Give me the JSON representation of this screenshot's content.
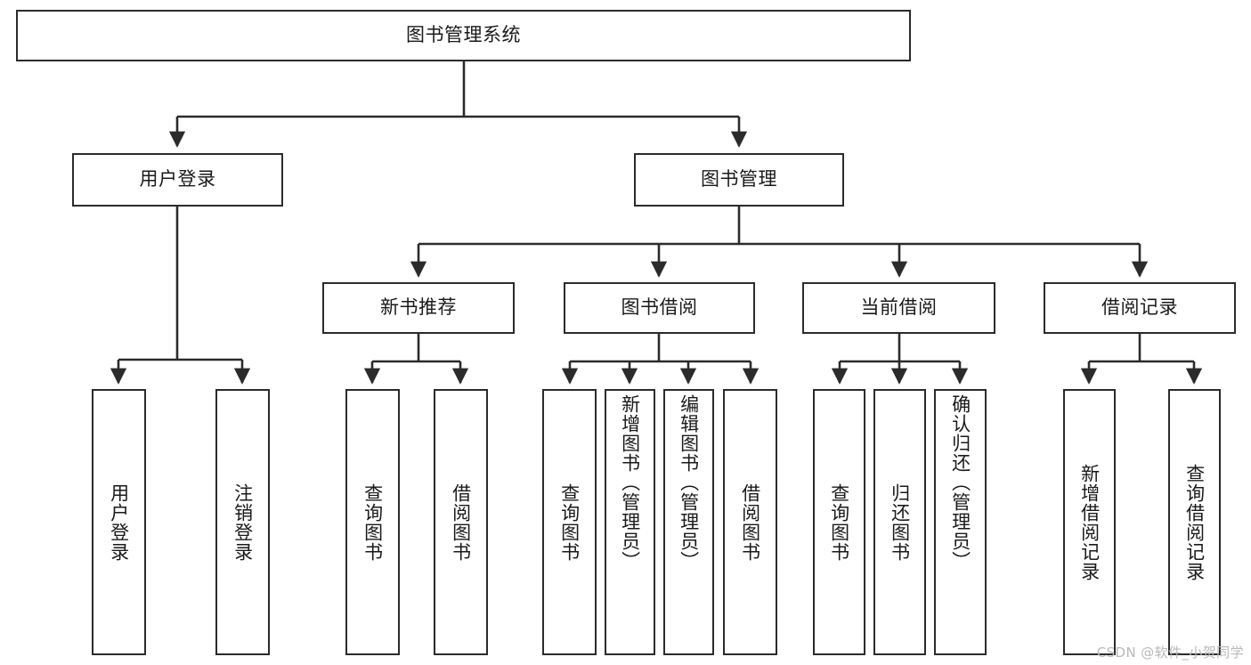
{
  "diagram": {
    "title": "图书管理系统",
    "type": "tree-hierarchy-diagram",
    "colors": {
      "box_border": "#2b2b2b",
      "box_fill": "#ffffff",
      "edge": "#2b2b2b",
      "text": "#1a1a1a",
      "watermark": "#b9b9b9"
    },
    "root": {
      "label": "图书管理系统"
    },
    "level2": [
      {
        "label": "用户登录"
      },
      {
        "label": "图书管理"
      }
    ],
    "level3": [
      {
        "label": "新书推荐"
      },
      {
        "label": "图书借阅"
      },
      {
        "label": "当前借阅"
      },
      {
        "label": "借阅记录"
      }
    ],
    "leaves": {
      "user_login": [
        {
          "label": "用户登录"
        },
        {
          "label": "注销登录"
        }
      ],
      "new_book_recommend": [
        {
          "label": "查询图书"
        },
        {
          "label": "借阅图书"
        }
      ],
      "book_borrow": [
        {
          "label": "查询图书"
        },
        {
          "label": "新增图书（管理员）"
        },
        {
          "label": "编辑图书（管理员）"
        },
        {
          "label": "借阅图书"
        }
      ],
      "current_borrow": [
        {
          "label": "查询图书"
        },
        {
          "label": "归还图书"
        },
        {
          "label": "确认归还（管理员）"
        }
      ],
      "borrow_record": [
        {
          "label": "新增借阅记录"
        },
        {
          "label": "查询借阅记录"
        }
      ]
    }
  },
  "watermark": {
    "text": "CSDN @软件_小贺同学"
  }
}
